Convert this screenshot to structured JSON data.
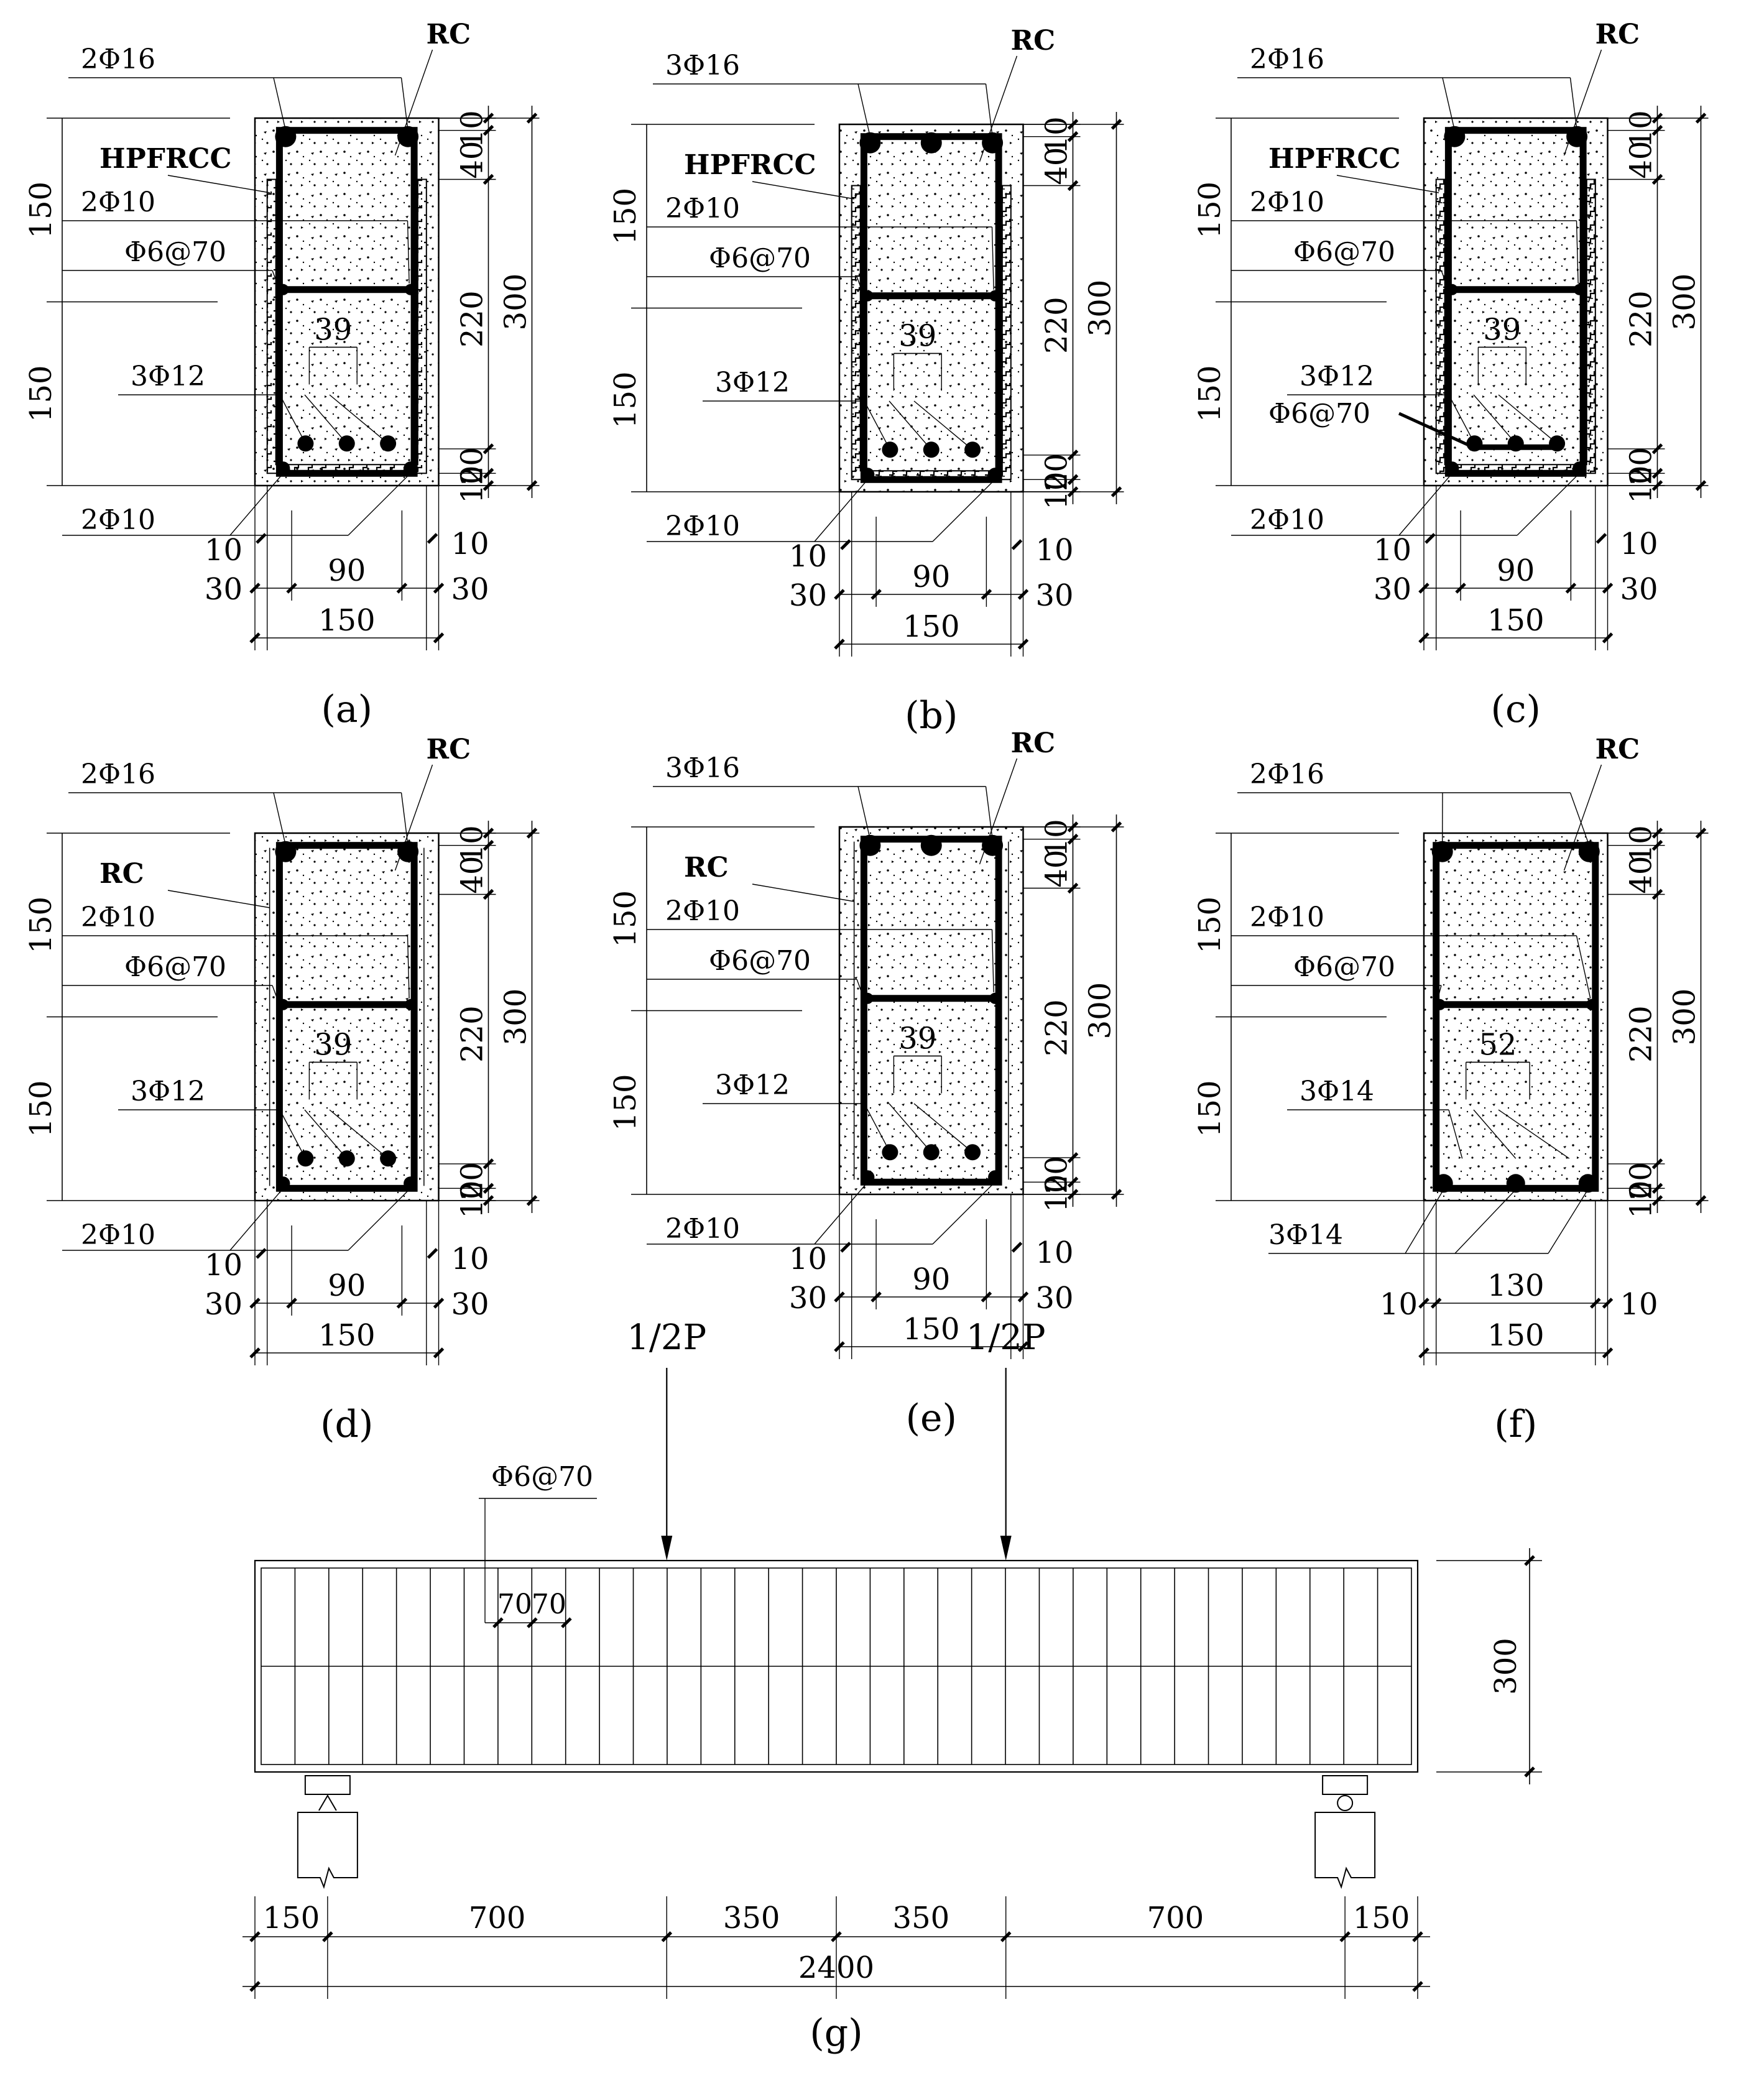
{
  "figure": {
    "panels": [
      {
        "caption": "(a)",
        "top_bars": "2Φ16",
        "mid_bars": "2Φ10",
        "stirrup": "Φ6@70",
        "tension_bars": "3Φ12",
        "bottom_bars": "2Φ10",
        "extra_stirrup": "",
        "matrix_label": "RC",
        "jacket_label": "HPFRCC",
        "jacket_type": "hpfrcc",
        "spacing": "39",
        "dims_right": [
          "10",
          "40",
          "220",
          "20",
          "10"
        ],
        "height_total": "300",
        "dims_left": [
          "150",
          "150"
        ],
        "dims_bottom_small": [
          "10",
          "10"
        ],
        "dims_bottom_mid": [
          "30",
          "90",
          "30"
        ],
        "width_total": "150"
      },
      {
        "caption": "(b)",
        "top_bars": "3Φ16",
        "mid_bars": "2Φ10",
        "stirrup": "Φ6@70",
        "tension_bars": "3Φ12",
        "bottom_bars": "2Φ10",
        "extra_stirrup": "",
        "matrix_label": "RC",
        "jacket_label": "HPFRCC",
        "jacket_type": "hpfrcc",
        "spacing": "39",
        "dims_right": [
          "10",
          "40",
          "220",
          "20",
          "10"
        ],
        "height_total": "300",
        "dims_left": [
          "150",
          "150"
        ],
        "dims_bottom_small": [
          "10",
          "10"
        ],
        "dims_bottom_mid": [
          "30",
          "90",
          "30"
        ],
        "width_total": "150"
      },
      {
        "caption": "(c)",
        "top_bars": "2Φ16",
        "mid_bars": "2Φ10",
        "stirrup": "Φ6@70",
        "tension_bars": "3Φ12",
        "bottom_bars": "2Φ10",
        "extra_stirrup": "Φ6@70",
        "matrix_label": "RC",
        "jacket_label": "HPFRCC",
        "jacket_type": "hpfrcc",
        "spacing": "39",
        "dims_right": [
          "10",
          "40",
          "220",
          "20",
          "10"
        ],
        "height_total": "300",
        "dims_left": [
          "150",
          "150"
        ],
        "dims_bottom_small": [
          "10",
          "10"
        ],
        "dims_bottom_mid": [
          "30",
          "90",
          "30"
        ],
        "width_total": "150"
      },
      {
        "caption": "(d)",
        "top_bars": "2Φ16",
        "mid_bars": "2Φ10",
        "stirrup": "Φ6@70",
        "tension_bars": "3Φ12",
        "bottom_bars": "2Φ10",
        "extra_stirrup": "",
        "matrix_label": "RC",
        "jacket_label": "RC",
        "jacket_type": "rc",
        "spacing": "39",
        "dims_right": [
          "10",
          "40",
          "220",
          "20",
          "10"
        ],
        "height_total": "300",
        "dims_left": [
          "150",
          "150"
        ],
        "dims_bottom_small": [
          "10",
          "10"
        ],
        "dims_bottom_mid": [
          "30",
          "90",
          "30"
        ],
        "width_total": "150"
      },
      {
        "caption": "(e)",
        "top_bars": "3Φ16",
        "mid_bars": "2Φ10",
        "stirrup": "Φ6@70",
        "tension_bars": "3Φ12",
        "bottom_bars": "2Φ10",
        "extra_stirrup": "",
        "matrix_label": "RC",
        "jacket_label": "RC",
        "jacket_type": "rc",
        "spacing": "39",
        "dims_right": [
          "10",
          "40",
          "220",
          "20",
          "10"
        ],
        "height_total": "300",
        "dims_left": [
          "150",
          "150"
        ],
        "dims_bottom_small": [
          "10",
          "10"
        ],
        "dims_bottom_mid": [
          "30",
          "90",
          "30"
        ],
        "width_total": "150"
      },
      {
        "caption": "(f)",
        "top_bars": "2Φ16",
        "mid_bars": "2Φ10",
        "stirrup": "Φ6@70",
        "tension_bars": "3Φ14",
        "bottom_bars": "",
        "extra_stirrup": "",
        "matrix_label": "RC",
        "jacket_label": "",
        "jacket_type": "none",
        "spacing": "52",
        "dims_right": [
          "10",
          "40",
          "220",
          "20",
          "10"
        ],
        "height_total": "300",
        "dims_left": [
          "150",
          "150"
        ],
        "dims_bottom_small": [],
        "dims_bottom_mid": [
          "10",
          "130",
          "10"
        ],
        "width_total": "150"
      }
    ],
    "elevation": {
      "caption": "(g)",
      "load_labels": [
        "1/2P",
        "1/2P"
      ],
      "stirrup_label": "Φ6@70",
      "stirrup_spacings": [
        "70",
        "70"
      ],
      "height": "300",
      "spans": [
        "150",
        "700",
        "350",
        "350",
        "700",
        "150"
      ],
      "total_length": "2400"
    }
  }
}
